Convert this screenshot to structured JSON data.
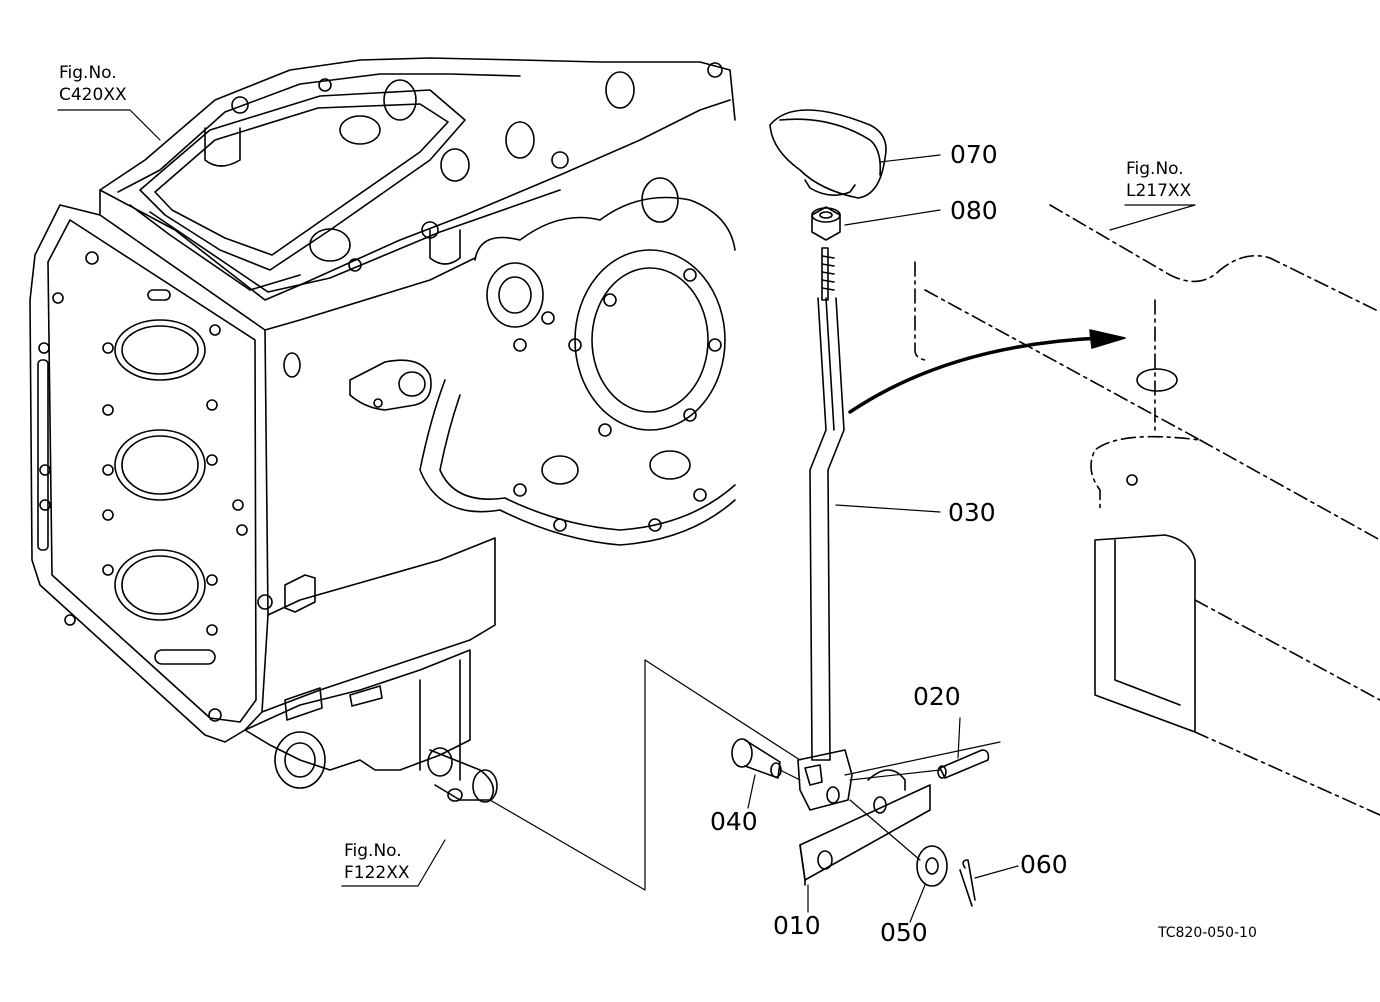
{
  "figure_refs": [
    {
      "id": "c420",
      "label": "Fig.No.",
      "ref": "C420XX"
    },
    {
      "id": "l217",
      "label": "Fig.No.",
      "ref": "L217XX"
    },
    {
      "id": "f122",
      "label": "Fig.No.",
      "ref": "F122XX"
    }
  ],
  "parts": [
    {
      "number": "070",
      "name": "knob"
    },
    {
      "number": "080",
      "name": "nut"
    },
    {
      "number": "030",
      "name": "rod"
    },
    {
      "number": "020",
      "name": "pin"
    },
    {
      "number": "040",
      "name": "clevis-pin"
    },
    {
      "number": "060",
      "name": "cotter-pin"
    },
    {
      "number": "010",
      "name": "lever-plate"
    },
    {
      "number": "050",
      "name": "washer"
    }
  ],
  "drawing_code": "TC820-050-10",
  "colors": {
    "line": "#000000",
    "background": "#ffffff"
  }
}
